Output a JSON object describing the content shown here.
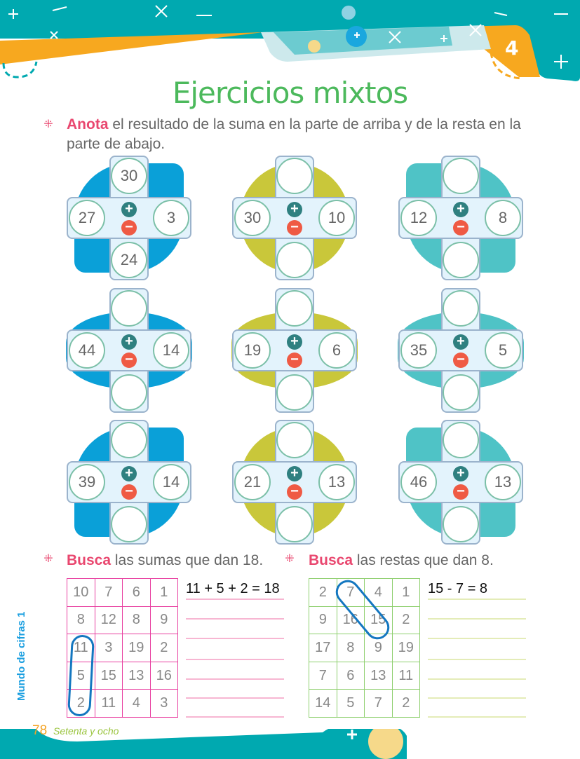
{
  "header": {
    "title": "Ejercicios mixtos",
    "chapter_number": "4"
  },
  "exercise1": {
    "keyword": "Anota",
    "text": " el resultado de la suma en la parte de arriba y de la resta en la parte de abajo."
  },
  "crosses": [
    {
      "top": "30",
      "left": "27",
      "right": "3",
      "bottom": "24",
      "blob": "#0aa0d8"
    },
    {
      "top": "",
      "left": "30",
      "right": "10",
      "bottom": "",
      "blob": "#c9c73a"
    },
    {
      "top": "",
      "left": "12",
      "right": "8",
      "bottom": "",
      "blob": "#4fc3c6"
    },
    {
      "top": "",
      "left": "44",
      "right": "14",
      "bottom": "",
      "blob": "#0aa0d8"
    },
    {
      "top": "",
      "left": "19",
      "right": "6",
      "bottom": "",
      "blob": "#c9c73a"
    },
    {
      "top": "",
      "left": "35",
      "right": "5",
      "bottom": "",
      "blob": "#4fc3c6"
    },
    {
      "top": "",
      "left": "39",
      "right": "14",
      "bottom": "",
      "blob": "#0aa0d8"
    },
    {
      "top": "",
      "left": "21",
      "right": "13",
      "bottom": "",
      "blob": "#c9c73a"
    },
    {
      "top": "",
      "left": "46",
      "right": "13",
      "bottom": "",
      "blob": "#4fc3c6"
    }
  ],
  "operators": {
    "plus": "+",
    "minus": "−"
  },
  "exercise2": {
    "keyword": "Busca",
    "text": " las sumas que dan 18.",
    "grid": [
      [
        "10",
        "7",
        "6",
        "1"
      ],
      [
        "8",
        "12",
        "8",
        "9"
      ],
      [
        "11",
        "3",
        "19",
        "2"
      ],
      [
        "5",
        "15",
        "13",
        "16"
      ],
      [
        "2",
        "11",
        "4",
        "3"
      ]
    ],
    "answers": [
      "11 + 5 + 2 = 18",
      "",
      "",
      "",
      "",
      "",
      ""
    ]
  },
  "exercise3": {
    "keyword": "Busca",
    "text": " las restas que dan 8.",
    "grid": [
      [
        "2",
        "7",
        "4",
        "1"
      ],
      [
        "9",
        "16",
        "15",
        "2"
      ],
      [
        "17",
        "8",
        "9",
        "19"
      ],
      [
        "7",
        "6",
        "13",
        "11"
      ],
      [
        "14",
        "5",
        "7",
        "2"
      ]
    ],
    "answers": [
      "15 - 7 = 8",
      "",
      "",
      "",
      "",
      "",
      ""
    ]
  },
  "footer": {
    "page_number": "78",
    "page_text": "Setenta y ocho",
    "book_title": "Mundo de cifras 1"
  },
  "colors": {
    "teal": "#00a9b0",
    "orange": "#f7a81f",
    "green": "#4cb95c",
    "pink": "#e9476f"
  }
}
